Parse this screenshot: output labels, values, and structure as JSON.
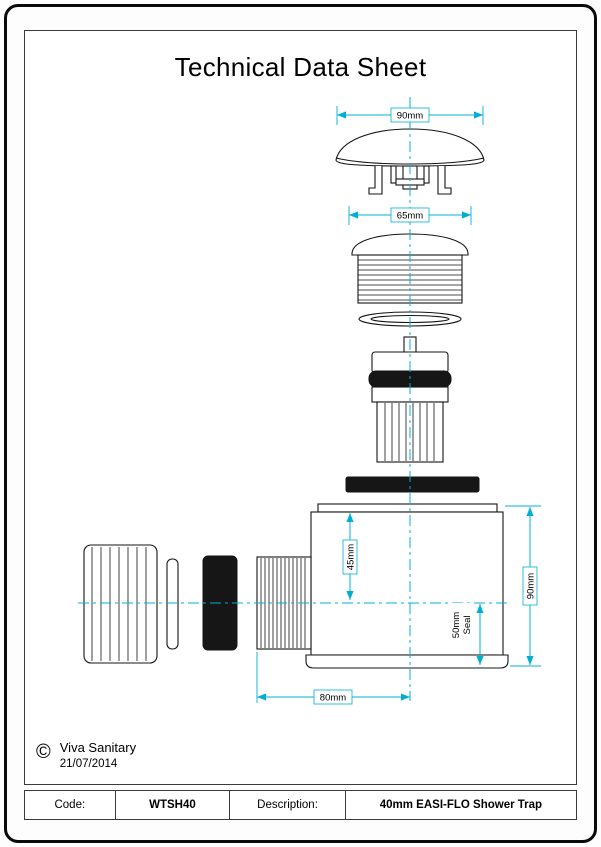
{
  "page": {
    "title": "Technical Data Sheet"
  },
  "colors": {
    "dimension_accent": "#00b0d4",
    "line_black": "#141414"
  },
  "drawing": {
    "dimensions": {
      "cap_width": "90mm",
      "flange_width": "65mm",
      "body_top_to_center": "45mm",
      "seal_depth_line1": "50mm",
      "seal_depth_line2": "Seal",
      "body_height": "90mm",
      "outlet_length": "80mm"
    }
  },
  "footer": {
    "copyright_symbol": "©",
    "company": "Viva Sanitary",
    "date": "21/07/2014"
  },
  "spec_table": {
    "code_label": "Code:",
    "code_value": "WTSH40",
    "description_label": "Description:",
    "description_value": "40mm EASI-FLO Shower Trap"
  }
}
